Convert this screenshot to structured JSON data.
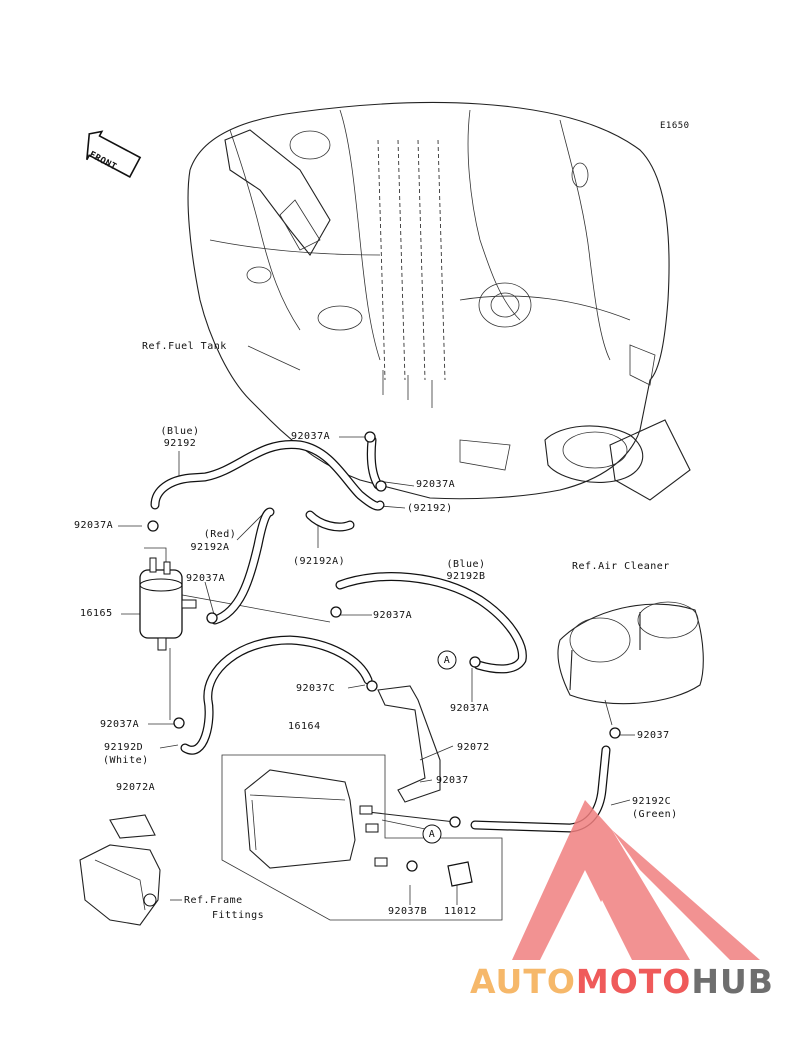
{
  "diagram": {
    "code": "E1650",
    "front_label": "FRONT",
    "labels": {
      "ref_fuel_tank": "Ref.Fuel Tank",
      "blue_1_color": "(Blue)",
      "blue_1_part": "92192",
      "clamp_92037a_1": "92037A",
      "clamp_92037a_2": "92037A",
      "hose_92192_paren": "(92192)",
      "clamp_92037a_3": "92037A",
      "red_color": "(Red)",
      "red_part": "92192A",
      "clamp_92037a_4": "92037A",
      "hose_92192a_paren": "(92192A)",
      "blue_2_color": "(Blue)",
      "blue_2_part": "92192B",
      "ref_air_cleaner": "Ref.Air Cleaner",
      "part_16165": "16165",
      "clamp_92037a_5": "92037A",
      "marker_a_1": "A",
      "clamp_92037c": "92037C",
      "clamp_92037a_6": "92037A",
      "part_16164": "16164",
      "clamp_92037": "92037",
      "clamp_92037a_7": "92037A",
      "white_part": "92192D",
      "white_color": "(White)",
      "part_92072_1": "92072",
      "part_92037_2": "92037",
      "part_92072a": "92072A",
      "green_part": "92192C",
      "green_color": "(Green)",
      "marker_a_2": "A",
      "ref_frame_1": "Ref.Frame",
      "ref_frame_2": "Fittings",
      "clamp_92037b": "92037B",
      "part_11012": "11012"
    }
  },
  "watermark": {
    "text_1": "AUTO",
    "text_2": "MOTO",
    "text_3": "HUB",
    "color_1": "#f6b86a",
    "color_2": "#ef5a5a",
    "color_3": "#6e6e6e",
    "logo_color": "#f07f7f"
  }
}
